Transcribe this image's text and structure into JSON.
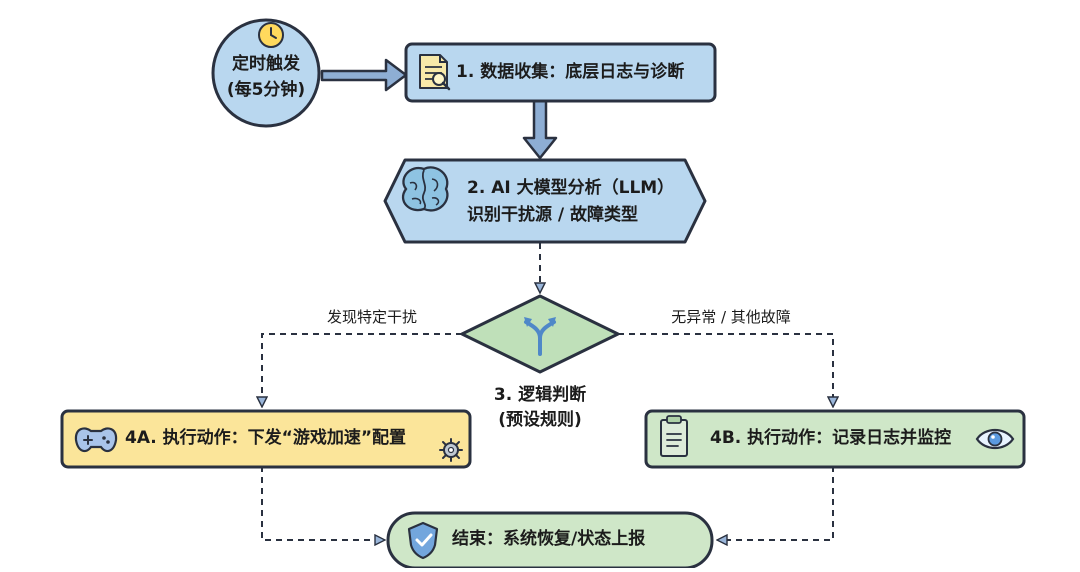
{
  "nodes": {
    "trigger": {
      "line1": "定时触发",
      "line2": "(每5分钟)"
    },
    "collect": {
      "text": "1. 数据收集：底层日志与诊断"
    },
    "analyze": {
      "line1": "2. AI 大模型分析（LLM）",
      "line2": "识别干扰源 / 故障类型"
    },
    "decision": {
      "line1": "3. 逻辑判断",
      "line2": "(预设规则)"
    },
    "action_a": {
      "text": "4A. 执行动作：下发“游戏加速”配置"
    },
    "action_b": {
      "text": "4B. 执行动作：记录日志并监控"
    },
    "end": {
      "text": "结束：系统恢复/状态上报"
    }
  },
  "edges": {
    "left_label": "发现特定干扰",
    "right_label": "无异常 / 其他故障"
  },
  "colors": {
    "stroke": "#2a3140",
    "blue_fill": "#b9d7ef",
    "blue_arrow": "#8eaed4",
    "green_fill": "#cfe7c8",
    "yellow_fill": "#fbe59a",
    "green_diamond": "#bfe0b9",
    "end_fill": "#cfe7c8"
  },
  "icons": {
    "trigger": "clock-icon",
    "collect": "document-search-icon",
    "analyze": "brain-icon",
    "decision": "split-arrow-icon",
    "action_a_left": "gamepad-icon",
    "action_a_right": "gear-icon",
    "action_b_left": "clipboard-icon",
    "action_b_right": "eye-icon",
    "end": "shield-check-icon"
  }
}
